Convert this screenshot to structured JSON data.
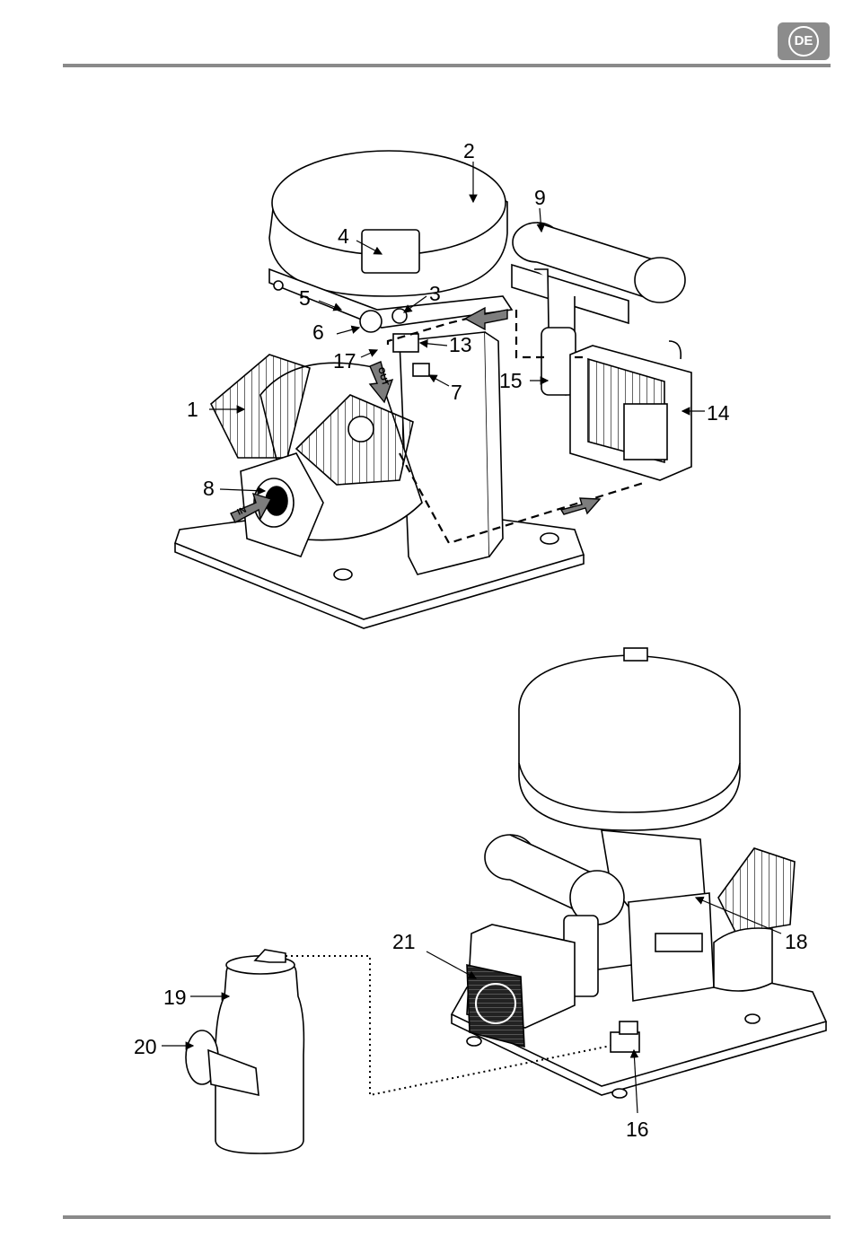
{
  "header": {
    "language_badge": "DE"
  },
  "figure_top": {
    "callouts": {
      "c1": "1",
      "c2": "2",
      "c3": "3",
      "c4": "4",
      "c5": "5",
      "c6": "6",
      "c7": "7",
      "c8": "8",
      "c9": "9",
      "c13": "13",
      "c14": "14",
      "c15": "15",
      "c17": "17"
    },
    "arrow_tags": {
      "inlet": "IN",
      "outlet": "OUT"
    }
  },
  "figure_bottom": {
    "callouts": {
      "c16": "16",
      "c18": "18",
      "c19": "19",
      "c20": "20",
      "c21": "21"
    }
  }
}
